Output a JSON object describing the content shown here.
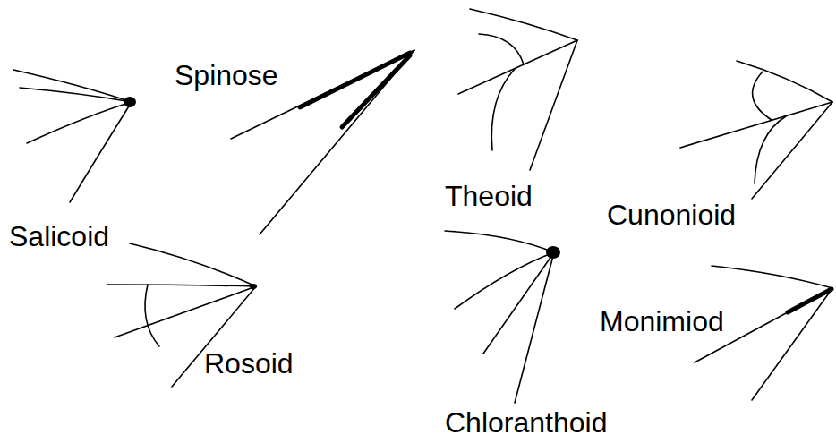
{
  "diagram": {
    "labels": [
      "Salicoid",
      "Spinose",
      "Theoid",
      "Cunonioid",
      "Rosoid",
      "Chloranthoid",
      "Monimiod"
    ]
  }
}
